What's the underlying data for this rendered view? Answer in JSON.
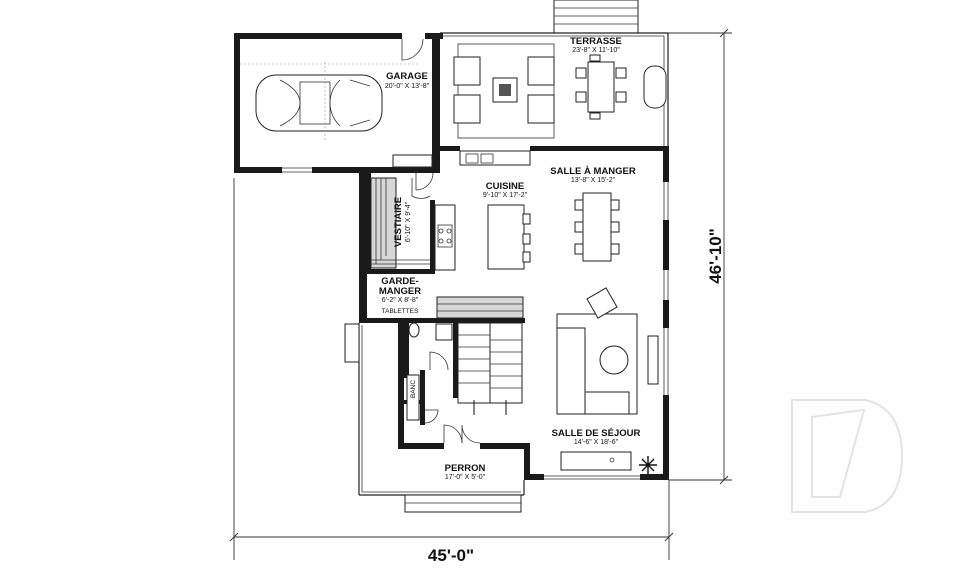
{
  "rooms": {
    "garage": {
      "name": "GARAGE",
      "dims": "20'-0\" X 13'-8\""
    },
    "terrasse": {
      "name": "TERRASSE",
      "dims": "23'-8\" X 11'-10\""
    },
    "cuisine": {
      "name": "CUISINE",
      "dims": "9'-10\" X 17'-2\""
    },
    "salle_a_manger": {
      "name": "SALLE À MANGER",
      "dims": "13'-8\" X 15'-2\""
    },
    "vestiaire": {
      "name": "VESTIAIRE",
      "dims": "6'-10\" X 9'-4\""
    },
    "garde_manger": {
      "name_line1": "GARDE-",
      "name_line2": "MANGER",
      "dims": "6'-2\" X 8'-8\""
    },
    "tablettes": {
      "name": "TABLETTES"
    },
    "banc": {
      "name": "BANC"
    },
    "salle_de_sejour": {
      "name": "SALLE DE SÉJOUR",
      "dims": "14'-6\" X 18'-6\""
    },
    "perron": {
      "name": "PERRON",
      "dims": "17'-0\" X 5'-0\""
    }
  },
  "dimensions": {
    "width": "45'-0\"",
    "depth": "46'-10\""
  },
  "watermark": {
    "letter": "D",
    "color": "#e6e6e6"
  },
  "colors": {
    "wall": "#1a1a1a",
    "stair_gray": "#d7d7d7"
  }
}
